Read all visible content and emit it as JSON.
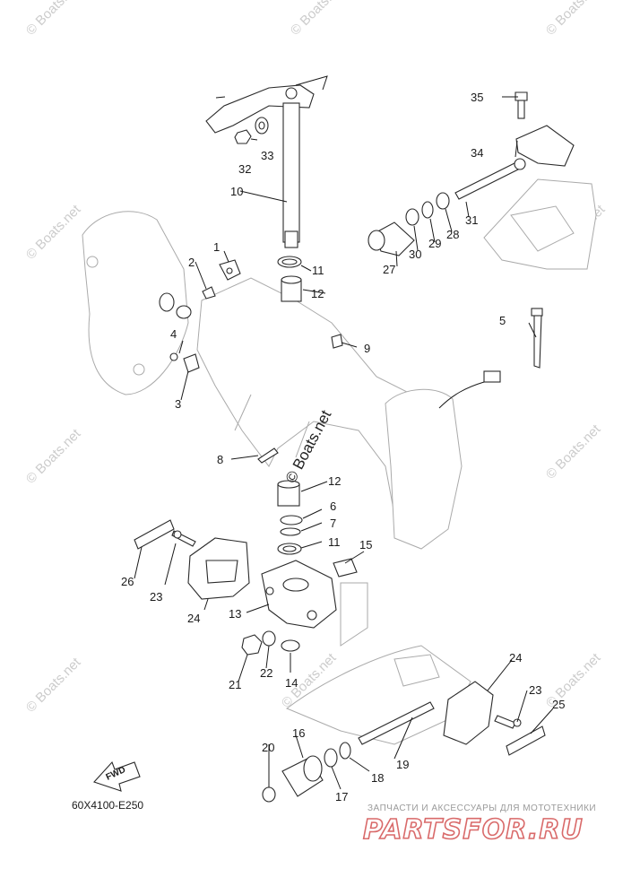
{
  "diagram_code": "60X4100-E250",
  "fwd_label": "FWD",
  "watermark_text": "© Boats.net",
  "center_watermark": "© Boats.net",
  "brand": {
    "tagline": "ЗАПЧАСТИ И АКСЕССУАРЫ ДЛЯ МОТОТЕХНИКИ",
    "logo": "PARTSFOR.RU",
    "logo_color": "#d96a6a"
  },
  "labels": [
    {
      "id": "1",
      "text": "1"
    },
    {
      "id": "2",
      "text": "2"
    },
    {
      "id": "3",
      "text": "3"
    },
    {
      "id": "4",
      "text": "4"
    },
    {
      "id": "5",
      "text": "5"
    },
    {
      "id": "6",
      "text": "6"
    },
    {
      "id": "7",
      "text": "7"
    },
    {
      "id": "8",
      "text": "8"
    },
    {
      "id": "9",
      "text": "9"
    },
    {
      "id": "10",
      "text": "10"
    },
    {
      "id": "11a",
      "text": "11"
    },
    {
      "id": "11b",
      "text": "11"
    },
    {
      "id": "12a",
      "text": "12"
    },
    {
      "id": "12b",
      "text": "12"
    },
    {
      "id": "13",
      "text": "13"
    },
    {
      "id": "14",
      "text": "14"
    },
    {
      "id": "15",
      "text": "15"
    },
    {
      "id": "16",
      "text": "16"
    },
    {
      "id": "17",
      "text": "17"
    },
    {
      "id": "18",
      "text": "18"
    },
    {
      "id": "19",
      "text": "19"
    },
    {
      "id": "20",
      "text": "20"
    },
    {
      "id": "21",
      "text": "21"
    },
    {
      "id": "22",
      "text": "22"
    },
    {
      "id": "23a",
      "text": "23"
    },
    {
      "id": "23b",
      "text": "23"
    },
    {
      "id": "24a",
      "text": "24"
    },
    {
      "id": "24b",
      "text": "24"
    },
    {
      "id": "25",
      "text": "25"
    },
    {
      "id": "26",
      "text": "26"
    },
    {
      "id": "27",
      "text": "27"
    },
    {
      "id": "28",
      "text": "28"
    },
    {
      "id": "29",
      "text": "29"
    },
    {
      "id": "30",
      "text": "30"
    },
    {
      "id": "31",
      "text": "31"
    },
    {
      "id": "32",
      "text": "32"
    },
    {
      "id": "33",
      "text": "33"
    },
    {
      "id": "34",
      "text": "34"
    },
    {
      "id": "35",
      "text": "35"
    }
  ]
}
